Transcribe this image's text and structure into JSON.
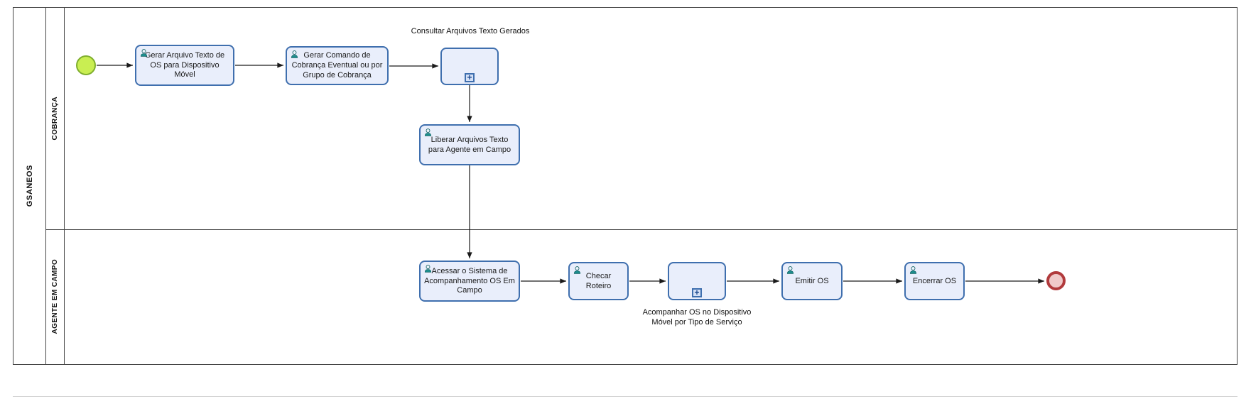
{
  "diagram": {
    "pool": {
      "name": "GSANEOS",
      "lanes": [
        {
          "name": "COBRANÇA"
        },
        {
          "name": "AGENTE EM CAMPO"
        }
      ]
    },
    "nodes": {
      "gerar_arquivo": {
        "label": "Gerar Arquivo Texto de OS para Dispositivo Móvel"
      },
      "gerar_comando": {
        "label": "Gerar Comando de Cobrança Eventual ou por Grupo de Cobrança"
      },
      "consultar_arquivos": {
        "label": "Consultar Arquivos Texto Gerados"
      },
      "liberar_arquivos": {
        "label": "Liberar Arquivos Texto para Agente em Campo"
      },
      "acessar_sistema": {
        "label": "Acessar o Sistema de Acompanhamento OS Em Campo"
      },
      "checar_roteiro": {
        "label": "Checar Roteiro"
      },
      "acompanhar_os": {
        "label": "Acompanhar OS no Dispositivo Móvel por Tipo de Serviço"
      },
      "emitir_os": {
        "label": "Emitir OS"
      },
      "encerrar_os": {
        "label": "Encerrar OS"
      }
    },
    "markers": {
      "expand_subprocess": "+"
    },
    "colors": {
      "task_fill": "#e9eefb",
      "task_border": "#3f6fae",
      "start_event_fill": "#c9ee52",
      "start_event_border": "#7fae2e",
      "end_event_fill": "#f0caca",
      "end_event_border": "#b13a3c",
      "user_icon": "#1d8d8d",
      "flow_line": "#1a1a1a"
    }
  }
}
